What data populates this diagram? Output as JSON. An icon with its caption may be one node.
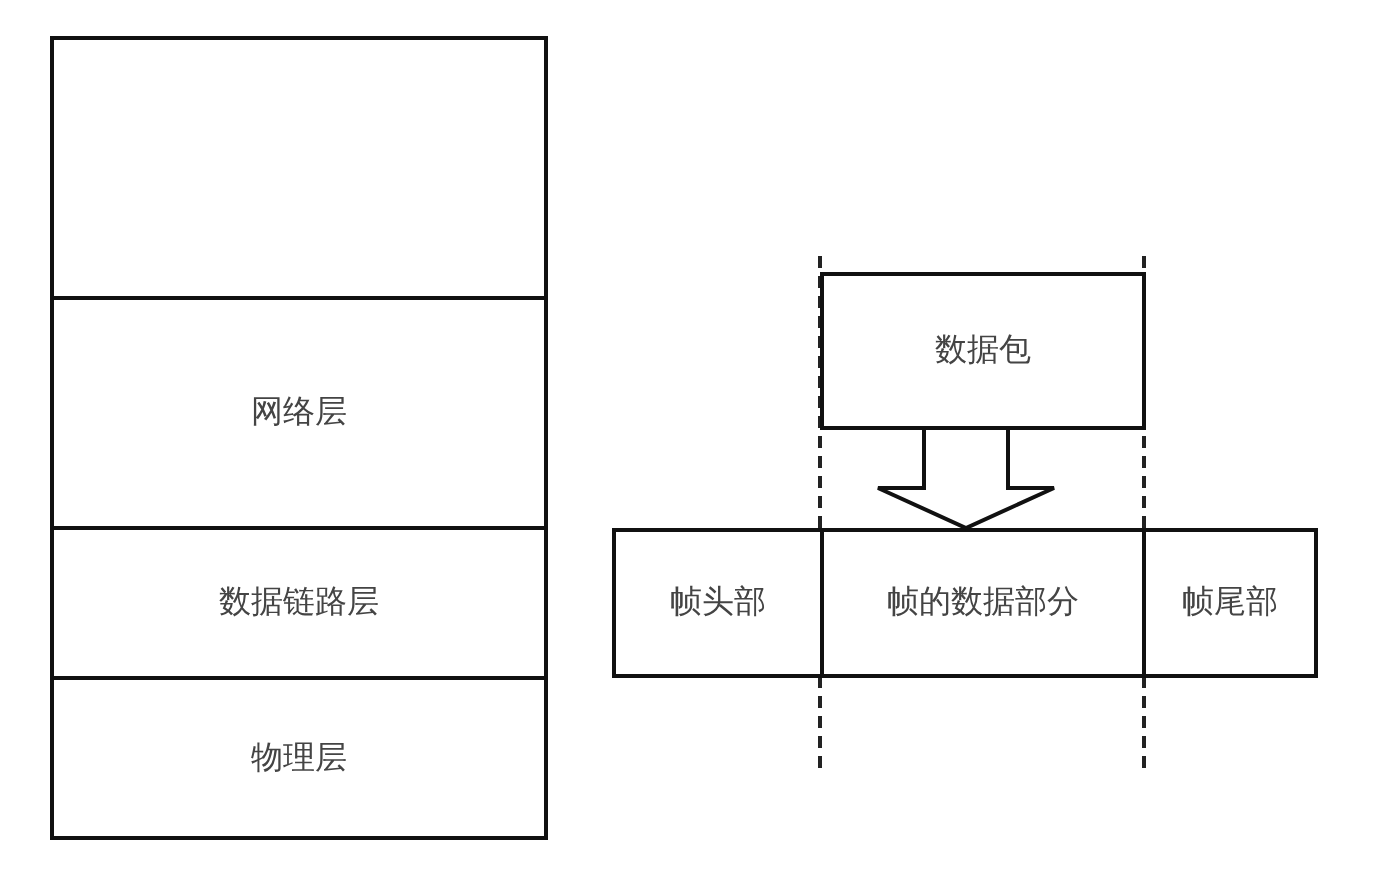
{
  "diagram": {
    "nodes": [
      {
        "text": [],
        "shape": "box"
      },
      {
        "text": [
          "网络层"
        ]
      },
      {
        "text": [
          "数据链路层"
        ]
      },
      {
        "text": [
          "物理层"
        ]
      },
      {
        "text": [
          "数据包"
        ]
      },
      {
        "text": [
          "帧头部"
        ]
      },
      {
        "text": [
          "帧的数据部分"
        ]
      },
      {
        "text": [
          "帧尾部"
        ]
      }
    ],
    "edges": [
      {
        "from": 4,
        "to": 6,
        "arrow": "to"
      }
    ]
  }
}
